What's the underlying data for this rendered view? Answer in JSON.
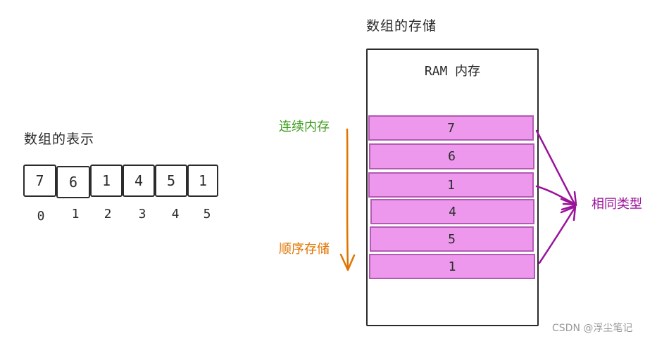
{
  "left": {
    "title": "数组的表示",
    "values": [
      "7",
      "6",
      "1",
      "4",
      "5",
      "1"
    ],
    "indices": [
      "0",
      "1",
      "2",
      "3",
      "4",
      "5"
    ]
  },
  "right": {
    "title": "数组的存储",
    "ram_label": "RAM 内存",
    "cells": [
      "7",
      "6",
      "1",
      "4",
      "5",
      "1"
    ],
    "contiguous_label": "连续内存",
    "sequential_label": "顺序存储",
    "same_type_label": "相同类型"
  },
  "colors": {
    "cell_fill": "#ed98ec",
    "cell_border": "#b35ab3",
    "contiguous": "#3a9a1a",
    "sequential": "#e07400",
    "same_type": "#9a129a"
  },
  "watermark": "CSDN @浮尘笔记"
}
